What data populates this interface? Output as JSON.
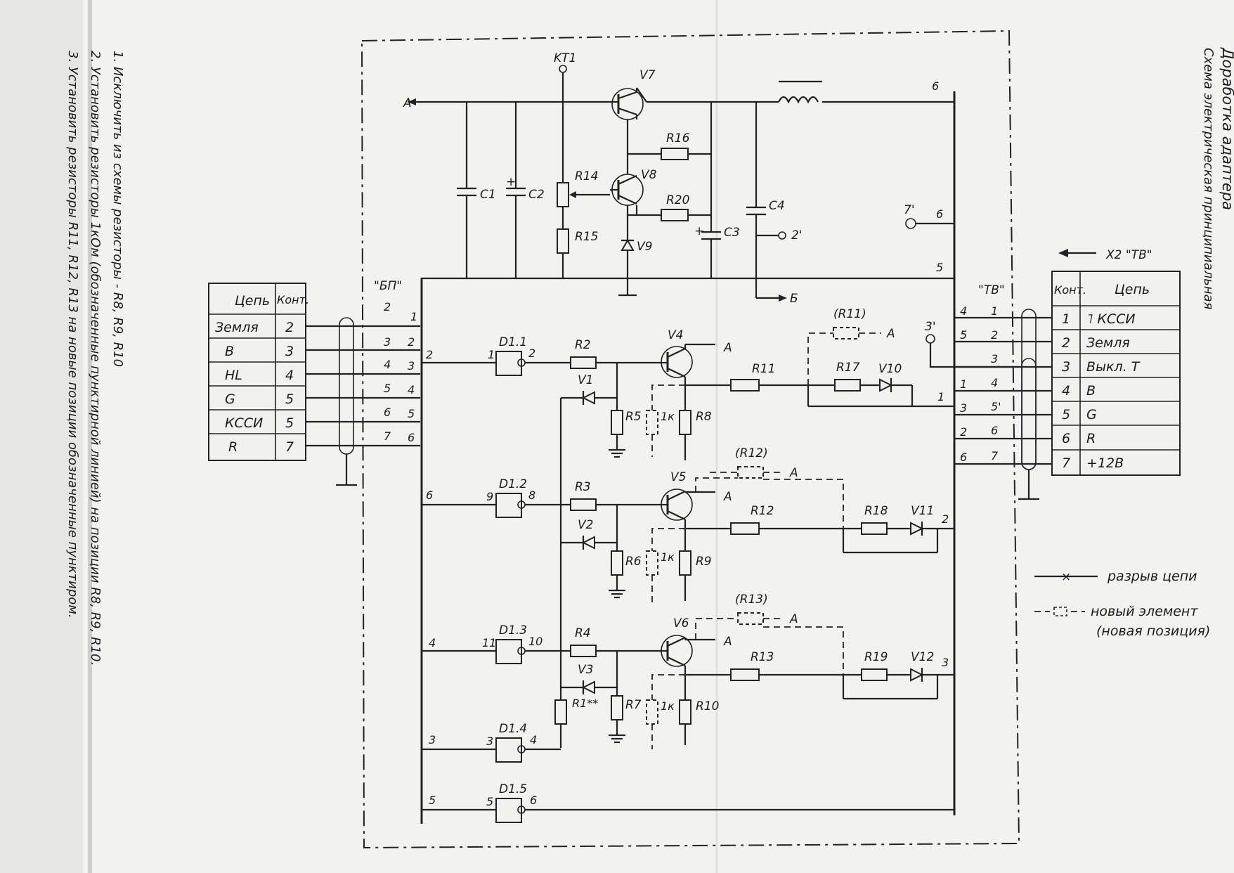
{
  "title": {
    "line1": "Доработка адаптера",
    "line2": "Схема электрическая принципиальная"
  },
  "notes": [
    "1. Исключить из схемы резисторы - R8, R9, R10",
    "2. Установить резисторы 1кОм (обозначенные пунктирной линией) на позиции R8, R9, R10.",
    "3. Установить резисторы R11, R12, R13 на новые позиции обозначенные пунктиром."
  ],
  "left_table": {
    "headers": [
      "Цепь",
      "Конт."
    ],
    "rows": [
      {
        "net": "Земля",
        "pin": "2"
      },
      {
        "net": "B",
        "pin": "3"
      },
      {
        "net": "HL",
        "pin": "4"
      },
      {
        "net": "G",
        "pin": "5"
      },
      {
        "net": "КССИ",
        "pin": "5"
      },
      {
        "net": "R",
        "pin": "7"
      }
    ]
  },
  "right_table": {
    "connector": "X2 \"ТВ\"",
    "headers": [
      "Конт.",
      "Цепь"
    ],
    "rows": [
      {
        "pin": "1",
        "net": "˥ КССИ"
      },
      {
        "pin": "2",
        "net": "Земля"
      },
      {
        "pin": "3",
        "net": "Выкл. Т"
      },
      {
        "pin": "4",
        "net": "B"
      },
      {
        "pin": "5",
        "net": "G"
      },
      {
        "pin": "6",
        "net": "R"
      },
      {
        "pin": "7",
        "net": "+12В"
      }
    ]
  },
  "connectors": {
    "bp": "\"БП\"",
    "tv": "\"ТВ\"",
    "bp_outer": [
      "2",
      "3",
      "4",
      "5",
      "6",
      "7"
    ],
    "bp_inner": [
      "1",
      "2",
      "3",
      "4",
      "5",
      "6"
    ],
    "tv_inner": [
      "1",
      "2",
      "3",
      "4",
      "5'",
      "6",
      "7"
    ],
    "tv_outer": [
      "4",
      "5",
      "1",
      "3",
      "2",
      "6"
    ]
  },
  "components": {
    "kt1": "KT1",
    "v7": "V7",
    "v8": "V8",
    "v9": "V9",
    "r14": "R14",
    "r15": "R15",
    "r16": "R16",
    "r20": "R20",
    "c1": "C1",
    "c2": "C2",
    "c3": "C3",
    "c4": "C4",
    "d1_1": "D1.1",
    "d1_2": "D1.2",
    "d1_3": "D1.3",
    "d1_4": "D1.4",
    "d1_5": "D1.5",
    "r2": "R2",
    "r3": "R3",
    "r4": "R4",
    "r1": "R1**",
    "v1": "V1",
    "v2": "V2",
    "v3": "V3",
    "v4": "V4",
    "v5": "V5",
    "v6": "V6",
    "r5": "R5",
    "r6": "R6",
    "r7": "R7",
    "r8": "R8",
    "r9": "R9",
    "r10": "R10",
    "r11": "R11",
    "r12": "R12",
    "r13": "R13",
    "r11_new": "(R11)",
    "r12_new": "(R12)",
    "r13_new": "(R13)",
    "r17": "R17",
    "r18": "R18",
    "r19": "R19",
    "v10": "V10",
    "v11": "V11",
    "v12": "V12",
    "one_k": "1к"
  },
  "nets": {
    "a": "A",
    "b": "Б",
    "p2": "2'",
    "p3": "3'",
    "p7": "7'"
  },
  "pin_labels": {
    "d1_1_in": "1",
    "d1_1_out": "2",
    "d1_2_in": "9",
    "d1_2_out": "8",
    "d1_3_in": "11",
    "d1_3_out": "10",
    "d1_4_in": "3",
    "d1_4_out": "4",
    "d1_5_in": "5",
    "d1_5_out": "6",
    "bus_2": "2",
    "bus_6": "6",
    "bus_4": "4",
    "bus_3": "3",
    "bus_5": "5",
    "rbus_6a": "6",
    "rbus_6b": "6",
    "rbus_5": "5",
    "rbus_1": "1",
    "rbus_2": "2",
    "rbus_3": "3"
  },
  "legend": {
    "break": "разрыв цепи",
    "new_element": "новый элемент",
    "new_position": "(новая позиция)"
  }
}
